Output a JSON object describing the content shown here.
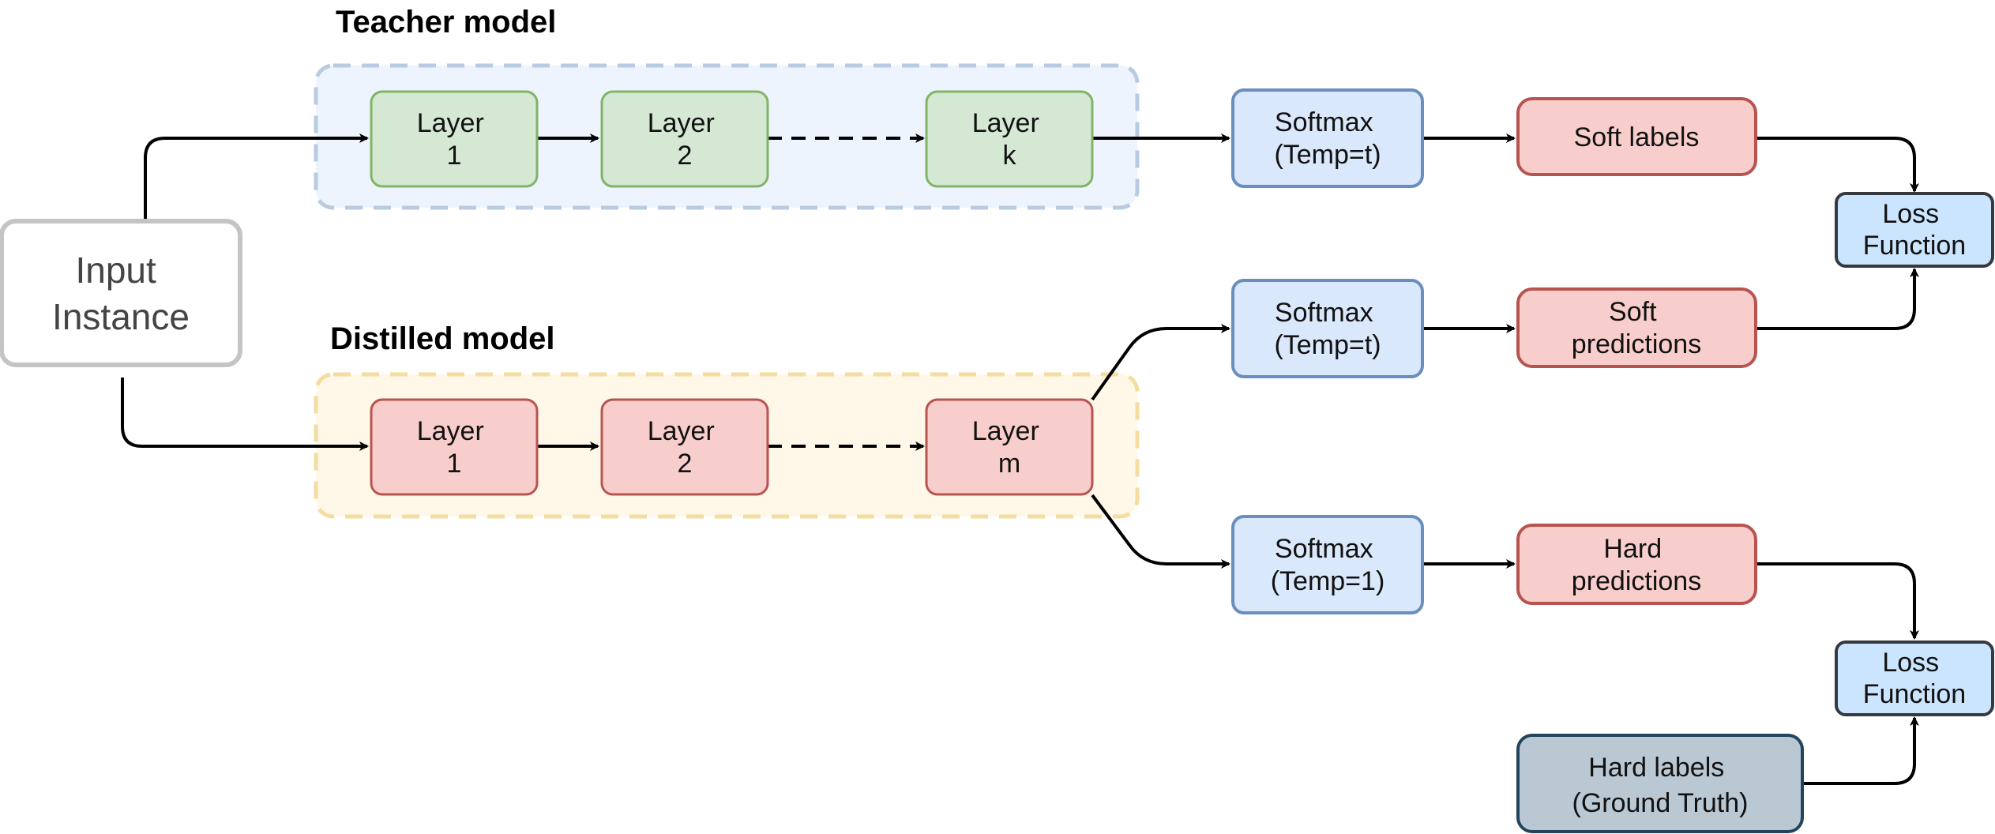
{
  "groups": {
    "teacher": {
      "title": "Teacher model",
      "fill": "#edf4fd",
      "stroke": "#b8cbe2"
    },
    "distilled": {
      "title": "Distilled model",
      "fill": "#fff8e8",
      "stroke": "#f5dca0"
    }
  },
  "nodes": {
    "input": {
      "lines": [
        "Input",
        "Instance"
      ],
      "fill": "#ffffff",
      "stroke": "#c4c4c4"
    },
    "t_layer1": {
      "lines": [
        "Layer",
        "1"
      ],
      "fill": "#d5e8d4",
      "stroke": "#82b366"
    },
    "t_layer2": {
      "lines": [
        "Layer",
        "2"
      ],
      "fill": "#d5e8d4",
      "stroke": "#82b366"
    },
    "t_layerk": {
      "lines": [
        "Layer",
        "k"
      ],
      "fill": "#d5e8d4",
      "stroke": "#82b366"
    },
    "d_layer1": {
      "lines": [
        "Layer",
        "1"
      ],
      "fill": "#f8cecc",
      "stroke": "#b85450"
    },
    "d_layer2": {
      "lines": [
        "Layer",
        "2"
      ],
      "fill": "#f8cecc",
      "stroke": "#b85450"
    },
    "d_layerm": {
      "lines": [
        "Layer",
        "m"
      ],
      "fill": "#f8cecc",
      "stroke": "#b85450"
    },
    "softmax_teacher": {
      "lines": [
        "Softmax",
        "(Temp=t)"
      ],
      "fill": "#dae8fc",
      "stroke": "#6c8ebf"
    },
    "softmax_student_soft": {
      "lines": [
        "Softmax",
        "(Temp=t)"
      ],
      "fill": "#dae8fc",
      "stroke": "#6c8ebf"
    },
    "softmax_student_hard": {
      "lines": [
        "Softmax",
        "(Temp=1)"
      ],
      "fill": "#dae8fc",
      "stroke": "#6c8ebf"
    },
    "soft_labels": {
      "lines": [
        "Soft labels"
      ],
      "fill": "#f8cecc",
      "stroke": "#b85450"
    },
    "soft_predictions": {
      "lines": [
        "Soft",
        "predictions"
      ],
      "fill": "#f8cecc",
      "stroke": "#b85450"
    },
    "hard_predictions": {
      "lines": [
        "Hard",
        "predictions"
      ],
      "fill": "#f8cecc",
      "stroke": "#b85450"
    },
    "hard_labels": {
      "lines": [
        "Hard labels",
        "(Ground Truth)"
      ],
      "fill": "#bac8d3",
      "stroke": "#23445d"
    },
    "loss_top": {
      "lines": [
        "Loss",
        "Function"
      ],
      "fill": "#cce5ff",
      "stroke": "#36393d"
    },
    "loss_bottom": {
      "lines": [
        "Loss",
        "Function"
      ],
      "fill": "#cce5ff",
      "stroke": "#36393d"
    }
  },
  "edges": [
    {
      "from": "input",
      "to": "t_layer1",
      "style": "solid"
    },
    {
      "from": "t_layer1",
      "to": "t_layer2",
      "style": "solid"
    },
    {
      "from": "t_layer2",
      "to": "t_layerk",
      "style": "dashed"
    },
    {
      "from": "t_layerk",
      "to": "softmax_teacher",
      "style": "solid"
    },
    {
      "from": "softmax_teacher",
      "to": "soft_labels",
      "style": "solid"
    },
    {
      "from": "soft_labels",
      "to": "loss_top",
      "style": "solid"
    },
    {
      "from": "input",
      "to": "d_layer1",
      "style": "solid"
    },
    {
      "from": "d_layer1",
      "to": "d_layer2",
      "style": "solid"
    },
    {
      "from": "d_layer2",
      "to": "d_layerm",
      "style": "dashed"
    },
    {
      "from": "d_layerm",
      "to": "softmax_student_soft",
      "style": "solid"
    },
    {
      "from": "d_layerm",
      "to": "softmax_student_hard",
      "style": "solid"
    },
    {
      "from": "softmax_student_soft",
      "to": "soft_predictions",
      "style": "solid"
    },
    {
      "from": "soft_predictions",
      "to": "loss_top",
      "style": "solid"
    },
    {
      "from": "softmax_student_hard",
      "to": "hard_predictions",
      "style": "solid"
    },
    {
      "from": "hard_predictions",
      "to": "loss_bottom",
      "style": "solid"
    },
    {
      "from": "hard_labels",
      "to": "loss_bottom",
      "style": "solid"
    }
  ]
}
